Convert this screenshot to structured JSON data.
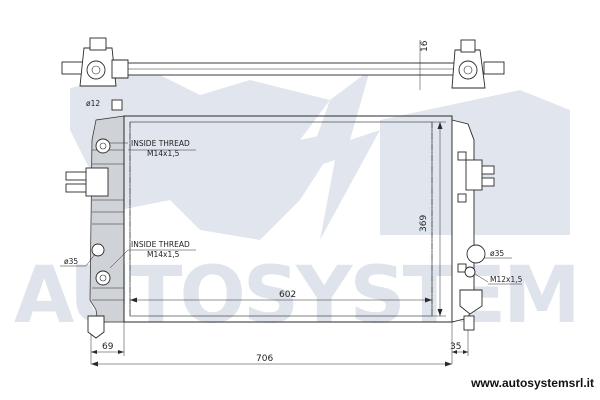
{
  "watermark": {
    "brand": "AUTOSYSTEM",
    "color": "#dfe4ec"
  },
  "footer": {
    "website": "www.autosystemsrl.it"
  },
  "dimensions": {
    "top_pipe": "16",
    "width_overall": "706",
    "core_width": "602",
    "core_height": "369",
    "left_offset": "69",
    "right_offset": "35"
  },
  "annotations": {
    "diameter_small": "ø12",
    "diameter_left": "ø35",
    "diameter_right": "ø35",
    "thread_top_title": "INSIDE THREAD",
    "thread_top_size": "M14x1,5",
    "thread_bottom_title": "INSIDE THREAD",
    "thread_bottom_size": "M14x1,5",
    "thread_right_size": "M12x1,5"
  }
}
